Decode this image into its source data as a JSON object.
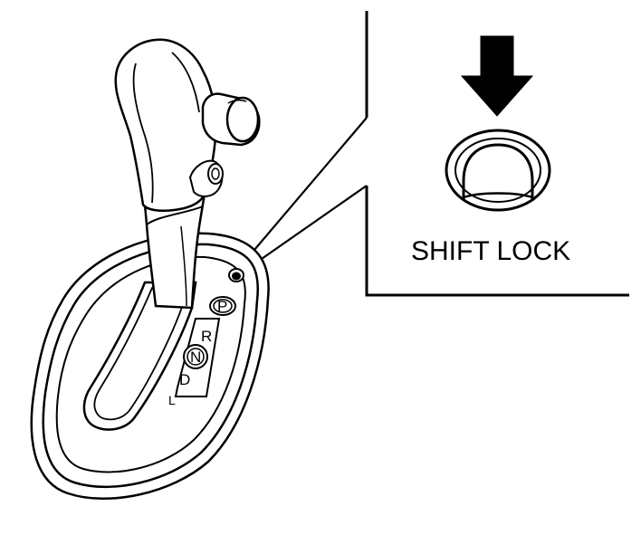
{
  "callout": {
    "label": "SHIFT LOCK",
    "arrow_icon": "arrow-down-icon",
    "button_icon": "shift-lock-release-button-icon"
  },
  "gear_positions": [
    "P",
    "R",
    "N",
    "D",
    "L"
  ],
  "colors": {
    "line": "#000000",
    "background": "#ffffff"
  }
}
